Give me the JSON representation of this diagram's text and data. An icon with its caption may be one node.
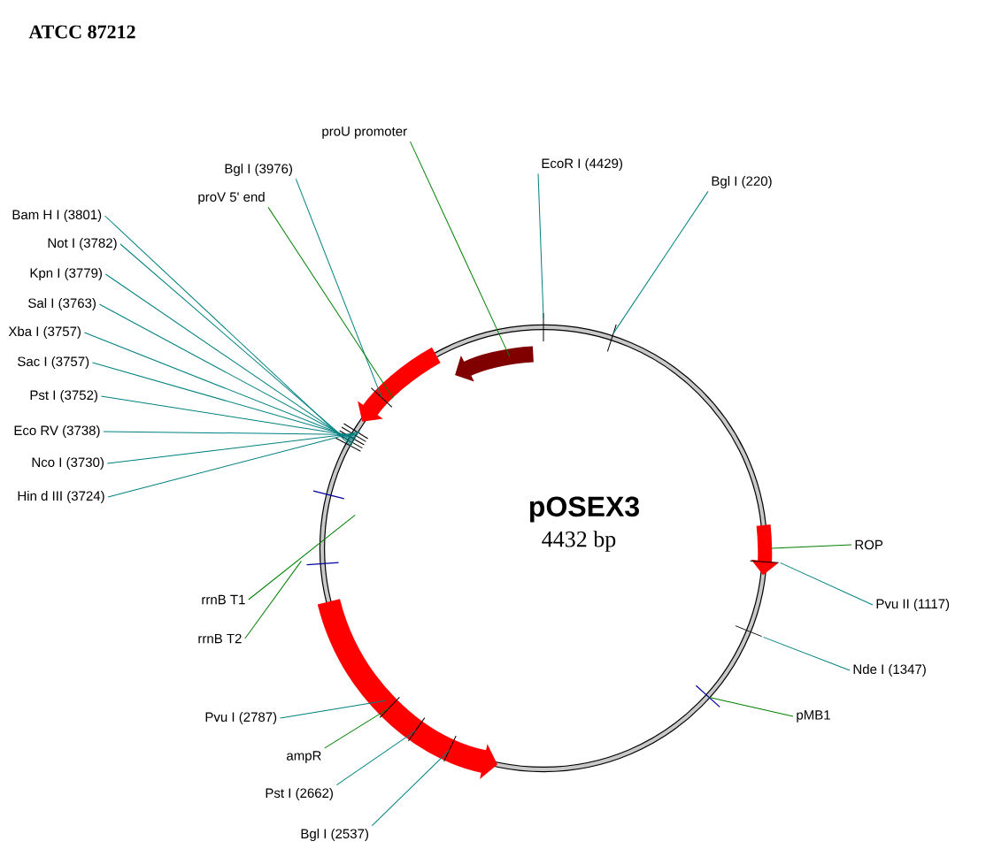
{
  "diagram": {
    "title": "ATCC 87212",
    "nodes": [
      {
        "text": [
          "proU promoter"
        ]
      },
      {
        "text": [
          "EcoR I (4429)"
        ]
      },
      {
        "text": [
          "Bgl I (3976)"
        ]
      },
      {
        "text": [
          "Bgl I (220)"
        ]
      },
      {
        "text": [
          "proV 5' end"
        ]
      },
      {
        "text": [
          "Bam H I (3801)"
        ]
      },
      {
        "text": [
          "Not I (3782)"
        ]
      },
      {
        "text": [
          "Kpn I (3779)"
        ]
      },
      {
        "text": [
          "Sal I (3763)"
        ]
      },
      {
        "text": [
          "Xba I (3757)"
        ]
      },
      {
        "text": [
          "Sac I (3757)"
        ]
      },
      {
        "text": [
          "Pst I (3752)"
        ]
      },
      {
        "text": [
          "Eco RV (3738)"
        ]
      },
      {
        "text": [
          "Nco I (3730)"
        ]
      },
      {
        "text": [
          "Hin d III (3724)"
        ]
      },
      {
        "text": [
          "ROP"
        ]
      },
      {
        "text": [
          "rrnB T1"
        ]
      },
      {
        "text": [
          "Pvu II (1117)"
        ]
      },
      {
        "text": [
          "rrnB T2"
        ]
      },
      {
        "text": [
          "Nde I (1347)"
        ]
      },
      {
        "text": [
          "pMB1"
        ]
      },
      {
        "text": [
          "Pvu I (2787)"
        ]
      },
      {
        "text": [
          "ampR"
        ]
      },
      {
        "text": [
          "Pst I (2662)"
        ]
      },
      {
        "text": [
          "Bgl I (2537)"
        ]
      }
    ],
    "edges": [
      {
        "from": 0,
        "to": null,
        "arrow": "none",
        "color": "#008000"
      },
      {
        "from": 1,
        "to": null,
        "arrow": "none"
      },
      {
        "from": 2,
        "to": null,
        "arrow": "none"
      },
      {
        "from": 3,
        "to": null,
        "arrow": "none"
      },
      {
        "from": 4,
        "to": null,
        "arrow": "none",
        "color": "#008000"
      },
      {
        "from": 5,
        "to": null,
        "arrow": "none"
      },
      {
        "from": 6,
        "to": null,
        "arrow": "none"
      },
      {
        "from": 7,
        "to": null,
        "arrow": "none"
      },
      {
        "from": 8,
        "to": null,
        "arrow": "none"
      },
      {
        "from": 9,
        "to": null,
        "arrow": "none"
      },
      {
        "from": 10,
        "to": null,
        "arrow": "none"
      },
      {
        "from": 11,
        "to": null,
        "arrow": "none"
      },
      {
        "from": 12,
        "to": null,
        "arrow": "none"
      },
      {
        "from": 13,
        "to": null,
        "arrow": "none"
      },
      {
        "from": 14,
        "to": null,
        "arrow": "none"
      },
      {
        "from": 15,
        "to": null,
        "arrow": "none",
        "color": "#008000"
      },
      {
        "from": 16,
        "to": null,
        "arrow": "none",
        "color": "#008000"
      },
      {
        "from": 17,
        "to": null,
        "arrow": "none"
      },
      {
        "from": 18,
        "to": null,
        "arrow": "none",
        "color": "#008000"
      },
      {
        "from": 19,
        "to": null,
        "arrow": "none"
      },
      {
        "from": 20,
        "to": null,
        "arrow": "none",
        "color": "#008000"
      },
      {
        "from": 21,
        "to": null,
        "arrow": "none"
      },
      {
        "from": 22,
        "to": null,
        "arrow": "none",
        "color": "#008000"
      },
      {
        "from": 23,
        "to": null,
        "arrow": "none"
      },
      {
        "from": 24,
        "to": null,
        "arrow": "none"
      }
    ],
    "labels": [
      "pOSEX3",
      "4432 bp"
    ]
  }
}
